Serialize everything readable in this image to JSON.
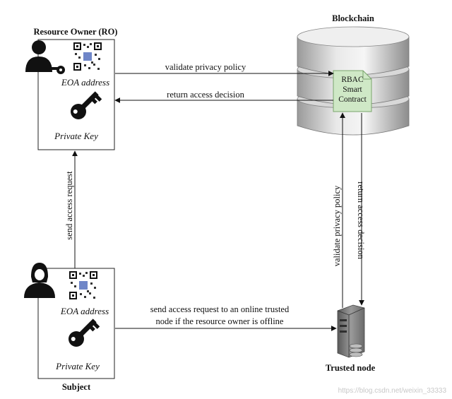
{
  "resource_owner": {
    "title": "Resource Owner (RO)",
    "eoa_label": "EOA address",
    "key_label": "Private Key"
  },
  "subject": {
    "title": "Subject",
    "eoa_label": "EOA address",
    "key_label": "Private Key"
  },
  "blockchain": {
    "title": "Blockchain",
    "contract_line1": "RBAC",
    "contract_line2": "Smart",
    "contract_line3": "Contract"
  },
  "trusted_node": {
    "title": "Trusted node"
  },
  "arrows": {
    "validate_top": "validate privacy policy",
    "return_top": "return access decision",
    "send_vertical": "send access request",
    "send_offline_line1": "send access request to an online trusted",
    "send_offline_line2": "node if the resource owner is offline",
    "validate_vertical": "validate privacy policy",
    "return_vertical": "return access decision"
  },
  "watermark": "https://blog.csdn.net/weixin_33333",
  "icons": {
    "owner_avatar": "user-with-key-icon",
    "subject_avatar": "woman-user-icon",
    "qr": "qr-code-icon",
    "key": "key-icon",
    "database": "database-icon",
    "contract": "document-icon",
    "server": "server-icon"
  }
}
